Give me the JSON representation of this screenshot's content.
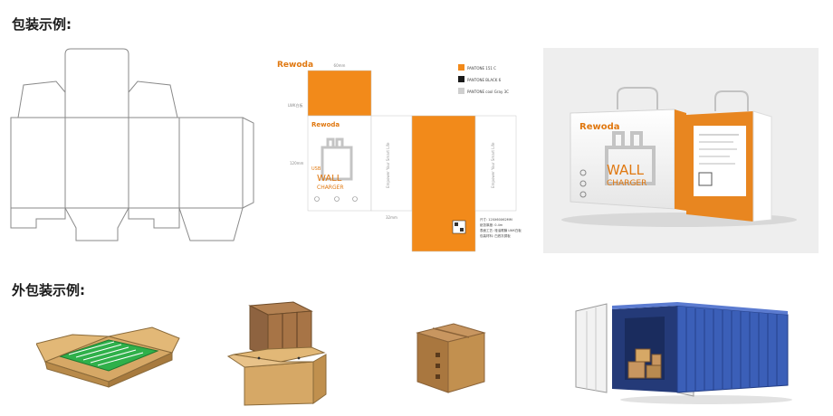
{
  "headings": {
    "packaging_examples": "包装示例:",
    "outer_packaging_examples": "外包装示例:"
  },
  "flat_artwork": {
    "brand": "Rewoda",
    "product_line1": "USB",
    "product_line2": "WALL",
    "product_line3": "CHARGER",
    "dim_width": "60mm",
    "dim_depth": "LWK白板",
    "dim_height": "120mm",
    "dim_flap": "32mm",
    "side_slogan": "Empower Your Smart Life",
    "swatches": [
      {
        "color": "#f28a1a",
        "label": "PANTONE 151 C"
      },
      {
        "color": "#1a1a1a",
        "label": "PANTONE BLACK 6"
      },
      {
        "color": "#cfcfcf",
        "label": "PANTONE cool Gray 3C"
      }
    ],
    "spec_lines": [
      "尺寸: 120X60X62MM",
      "纸张厚度: 0.4m",
      "表面工艺: 哑油覆膜 LWK白板",
      "包装材料: 白底灰铜板"
    ]
  },
  "mockup": {
    "brand": "Rewoda",
    "product_line1": "WALL",
    "product_line2": "CHARGER"
  },
  "colors": {
    "accent_orange": "#f28a1a",
    "line_gray": "#8a8a8a",
    "kraft": "#c99a5b",
    "container_blue": "#3b5fb8"
  }
}
